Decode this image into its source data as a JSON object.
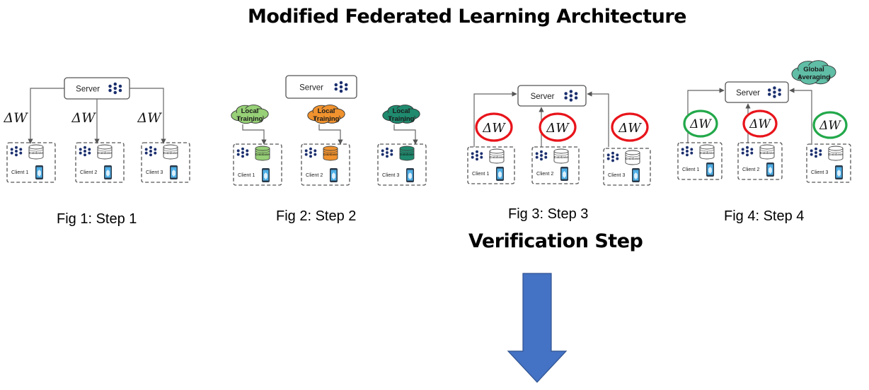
{
  "title": "Modified Federated Learning Architecture",
  "verification_label": "Verification Step",
  "colors": {
    "red_ring": "#e8141b",
    "green_ring": "#22a84a",
    "arrow_fill": "#4472c4",
    "arrow_stroke": "#2f528f",
    "training_green": "#97d077",
    "training_orange": "#f0922e",
    "training_teal": "#1f8a6e",
    "averaging_cloud": "#60bea6",
    "nn_node": "#1b2f6e"
  },
  "figures": [
    {
      "caption": "Fig 1: Step 1",
      "server_label": "Server",
      "delta_labels": [
        "ΔW",
        "ΔW",
        "ΔW"
      ],
      "clients": [
        {
          "label": "Client 1",
          "db_label": "Database"
        },
        {
          "label": "Client 2",
          "db_label": "Database"
        },
        {
          "label": "Client 3",
          "db_label": "Database"
        }
      ]
    },
    {
      "caption": "Fig 2: Step 2",
      "server_label": "Server",
      "training_label_1": "Local",
      "training_label_2": "Training",
      "clients": [
        {
          "label": "Client 1",
          "db_label": "Database"
        },
        {
          "label": "Client 2",
          "db_label": "Database"
        },
        {
          "label": "Client 3",
          "db_label": "Database"
        }
      ]
    },
    {
      "caption": "Fig 3: Step 3",
      "server_label": "Server",
      "delta_labels": [
        "ΔW",
        "ΔW",
        "ΔW"
      ],
      "ring_colors": [
        "red",
        "red",
        "red"
      ],
      "clients": [
        {
          "label": "Client 1",
          "db_label": "Database"
        },
        {
          "label": "Client 2",
          "db_label": "Database"
        },
        {
          "label": "Client 3",
          "db_label": "Database"
        }
      ]
    },
    {
      "caption": "Fig 4: Step 4",
      "server_label": "Server",
      "averaging_label_1": "Global",
      "averaging_label_2": "Averaging",
      "delta_labels": [
        "ΔW",
        "ΔW",
        "ΔW"
      ],
      "ring_colors": [
        "green",
        "red",
        "green"
      ],
      "clients": [
        {
          "label": "Client 1",
          "db_label": "Database"
        },
        {
          "label": "Client 2",
          "db_label": "Database"
        },
        {
          "label": "Client 3",
          "db_label": "Database"
        }
      ]
    }
  ]
}
